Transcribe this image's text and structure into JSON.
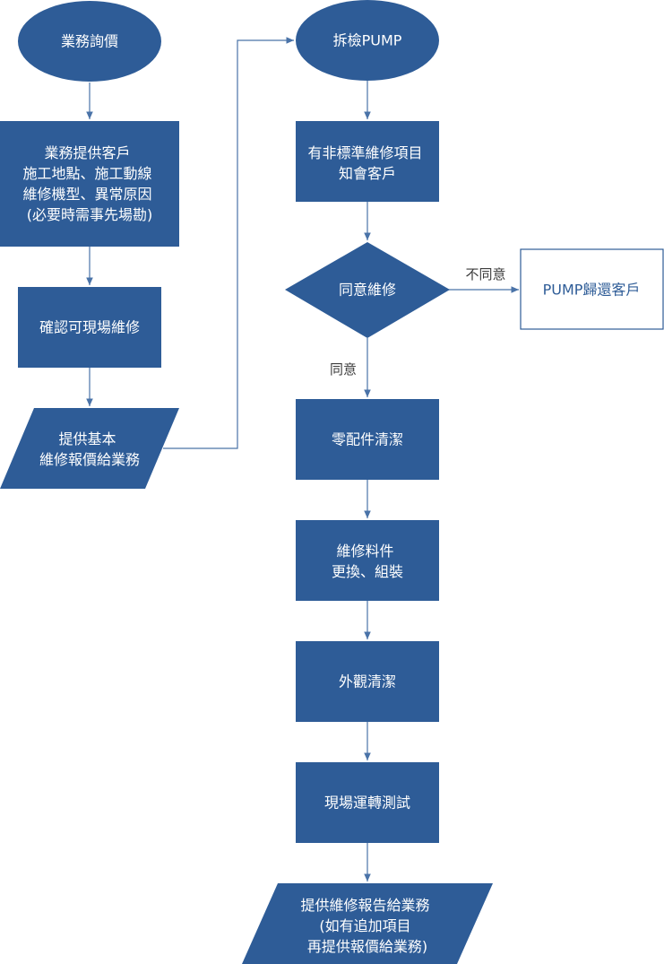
{
  "nodes": {
    "start_inquiry": "業務詢價",
    "provide_info": [
      "業務提供客戶",
      "施工地點、施工動線",
      "維修機型、異常原因",
      "(必要時需事先場勘)"
    ],
    "confirm_onsite": "確認可現場維修",
    "basic_quote": [
      "提供基本",
      "維修報價給業務"
    ],
    "inspect_pump": "拆檢PUMP",
    "nonstandard": [
      "有非標準維修項目",
      "知會客戶"
    ],
    "agree_repair": "同意維修",
    "return_pump": "PUMP歸還客戶",
    "parts_clean": "零配件清潔",
    "repair_parts": [
      "維修料件",
      "更換、組裝"
    ],
    "exterior_clean": "外觀清潔",
    "field_test": "現場運轉測試",
    "report": [
      "提供維修報告給業務",
      "(如有追加項目",
      "再提供報價給業務)"
    ]
  },
  "edges": {
    "disagree_label": "不同意",
    "agree_label": "同意"
  },
  "colors": {
    "node_fill": "#2e5c97",
    "line": "#4a73a8",
    "text_on_fill": "#ffffff",
    "label_text": "#3b3b3b"
  }
}
